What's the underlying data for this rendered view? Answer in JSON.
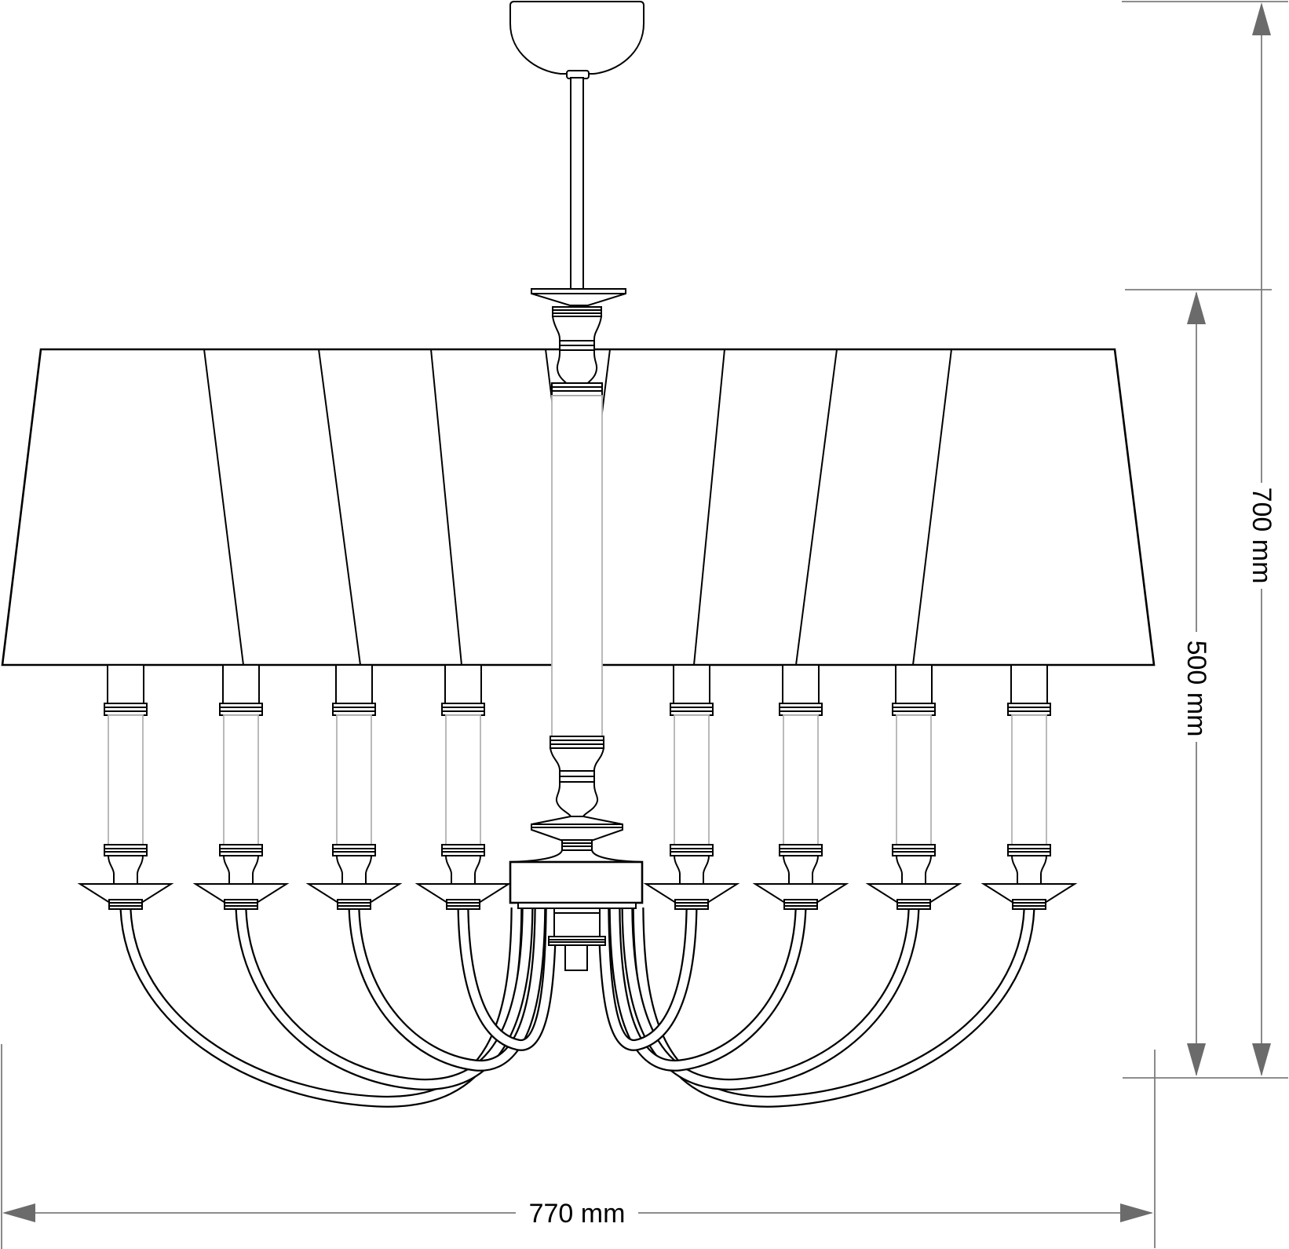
{
  "drawing": {
    "title": "chandelier-dimension-drawing",
    "labels": {
      "height_overall": "700 mm",
      "height_body": "500 mm",
      "width": "770 mm"
    },
    "colors": {
      "outline": "#000000",
      "light_outline": "#b3b3b3",
      "dimension_line": "#7d7d7d",
      "arrow_fill": "#6b6b6b",
      "text": "#000000",
      "background": "#ffffff"
    },
    "structure": {
      "arm_count": 8,
      "candle_socket_count": 8,
      "visible_shade_seams": 8,
      "parts": [
        "ceiling canopy",
        "hanging rod",
        "mounting saucer",
        "turned upper stem",
        "central column",
        "pleated drum shade",
        "candle sleeves with bobeches",
        "curved scroll arms",
        "central hub drum",
        "lower finial stem"
      ]
    }
  }
}
